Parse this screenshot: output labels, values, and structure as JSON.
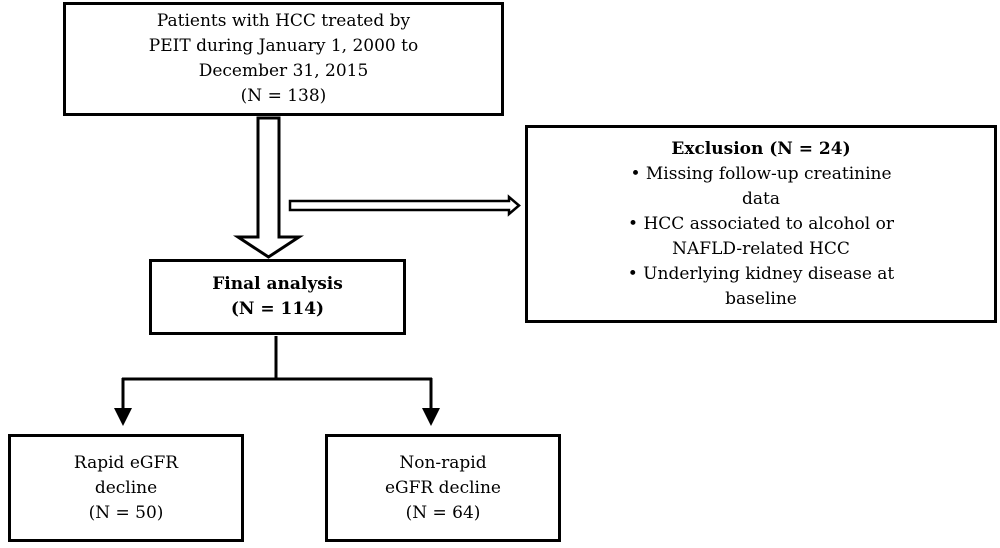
{
  "diagram": {
    "top_box": {
      "lines": [
        "Patients with HCC treated by",
        "PEIT during January 1, 2000 to",
        "December 31, 2015",
        "(N = 138)"
      ]
    },
    "exclusion_box": {
      "title": "Exclusion (N = 24)",
      "lines": [
        "• Missing follow-up creatinine",
        "data",
        "• HCC associated to alcohol or",
        "NAFLD-related HCC",
        "• Underlying kidney disease at",
        "baseline"
      ]
    },
    "final_box": {
      "title": "Final analysis",
      "count": "(N = 114)"
    },
    "rapid_box": {
      "lines": [
        "Rapid eGFR",
        "decline",
        "(N = 50)"
      ]
    },
    "nonrapid_box": {
      "lines": [
        "Non-rapid",
        "eGFR decline",
        "(N = 64)"
      ]
    }
  }
}
